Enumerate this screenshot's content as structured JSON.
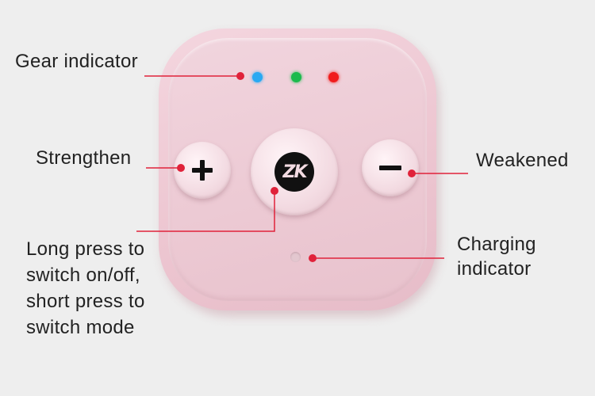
{
  "labels": {
    "gear_indicator": "Gear indicator",
    "strengthen": "Strengthen",
    "weakened": "Weakened",
    "charging_indicator": "Charging\nindicator",
    "power_button": "Long press to\nswitch on/off,\nshort press to\nswitch mode"
  },
  "device": {
    "logo_text": "ZK",
    "leds": [
      "blue-led",
      "green-led",
      "red-led"
    ]
  },
  "colors": {
    "leader_line": "#e0223a",
    "led_blue": "#29a9f2",
    "led_green": "#1cba4d",
    "led_red": "#f01c1c",
    "device_pink": "#efcdd7",
    "background": "#eeeeee"
  }
}
